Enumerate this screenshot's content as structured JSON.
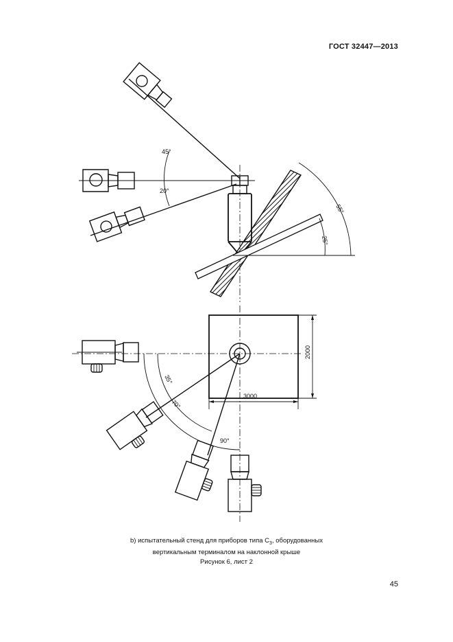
{
  "header": {
    "standard": "ГОСТ 32447—2013"
  },
  "figure_top": {
    "angle_45": "45°",
    "angle_20": "20°",
    "angle_25": "25°",
    "angle_55": "55°"
  },
  "figure_bottom": {
    "dim_width": "3000",
    "dim_height": "2000",
    "angle_35": "35°",
    "angle_70": "70°",
    "angle_90": "90°"
  },
  "caption": {
    "line1_a": "b) испытательный стенд для приборов типа C",
    "line1_sub": "3",
    "line1_b": ", оборудованных",
    "line2": "вертикальным терминалом на наклонной крыше",
    "figure_label": "Рисунок 6, лист 2"
  },
  "page": {
    "number": "45"
  }
}
